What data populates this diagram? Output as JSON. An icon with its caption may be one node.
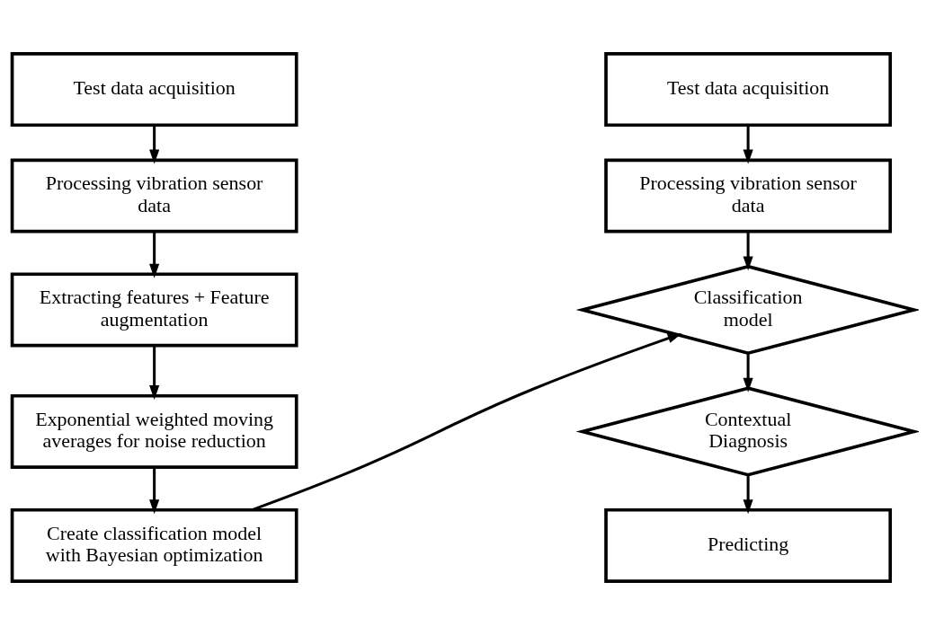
{
  "diagram": {
    "nodes": [
      {
        "text": [
          "Test data acquisition"
        ]
      },
      {
        "text": [
          "Processing vibration sensor data"
        ]
      },
      {
        "text": [
          "Extracting features + Feature augmentation"
        ]
      },
      {
        "text": [
          "Exponential weighted moving averages for noise reduction"
        ]
      },
      {
        "text": [
          "Create classification model with Bayesian optimization"
        ]
      },
      {
        "text": [
          "Test data acquisition"
        ]
      },
      {
        "text": [
          "Processing vibration sensor data"
        ]
      },
      {
        "text": [
          "Classification model"
        ]
      },
      {
        "text": [
          "Contextual Diagnosis"
        ]
      },
      {
        "text": [
          "Predicting"
        ]
      }
    ],
    "edges": [
      {
        "from": 0,
        "to": 1,
        "arrow": "to"
      },
      {
        "from": 1,
        "to": 2,
        "arrow": "to"
      },
      {
        "from": 2,
        "to": 3,
        "arrow": "to"
      },
      {
        "from": 3,
        "to": 4,
        "arrow": "to"
      },
      {
        "from": 4,
        "to": 7,
        "arrow": "to"
      },
      {
        "from": 5,
        "to": 6,
        "arrow": "to"
      },
      {
        "from": 6,
        "to": 7,
        "arrow": "to"
      },
      {
        "from": 7,
        "to": 8,
        "arrow": "to"
      },
      {
        "from": 8,
        "to": 9,
        "arrow": "to"
      }
    ]
  }
}
